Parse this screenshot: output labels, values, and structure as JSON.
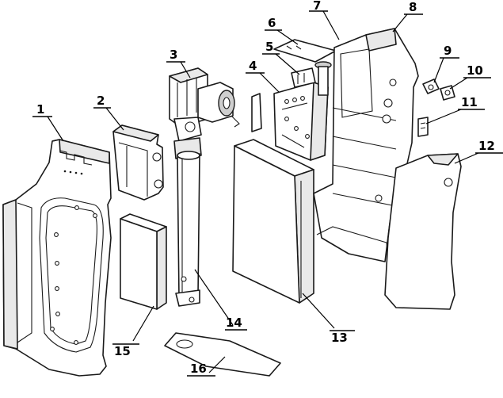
{
  "callouts": [
    {
      "id": "1",
      "text": "1"
    },
    {
      "id": "2",
      "text": "2"
    },
    {
      "id": "3",
      "text": "3"
    },
    {
      "id": "4",
      "text": "4"
    },
    {
      "id": "5",
      "text": "5"
    },
    {
      "id": "6",
      "text": "6"
    },
    {
      "id": "7",
      "text": "7"
    },
    {
      "id": "8",
      "text": "8"
    },
    {
      "id": "9",
      "text": "9"
    },
    {
      "id": "10",
      "text": "10"
    },
    {
      "id": "11",
      "text": "11"
    },
    {
      "id": "12",
      "text": "12"
    },
    {
      "id": "13",
      "text": "13"
    },
    {
      "id": "14",
      "text": "14"
    },
    {
      "id": "15",
      "text": "15"
    },
    {
      "id": "16",
      "text": "16"
    }
  ],
  "colors": {
    "ink": "#1a1a1a",
    "background": "#ffffff",
    "shade": "#e9e9e9"
  }
}
